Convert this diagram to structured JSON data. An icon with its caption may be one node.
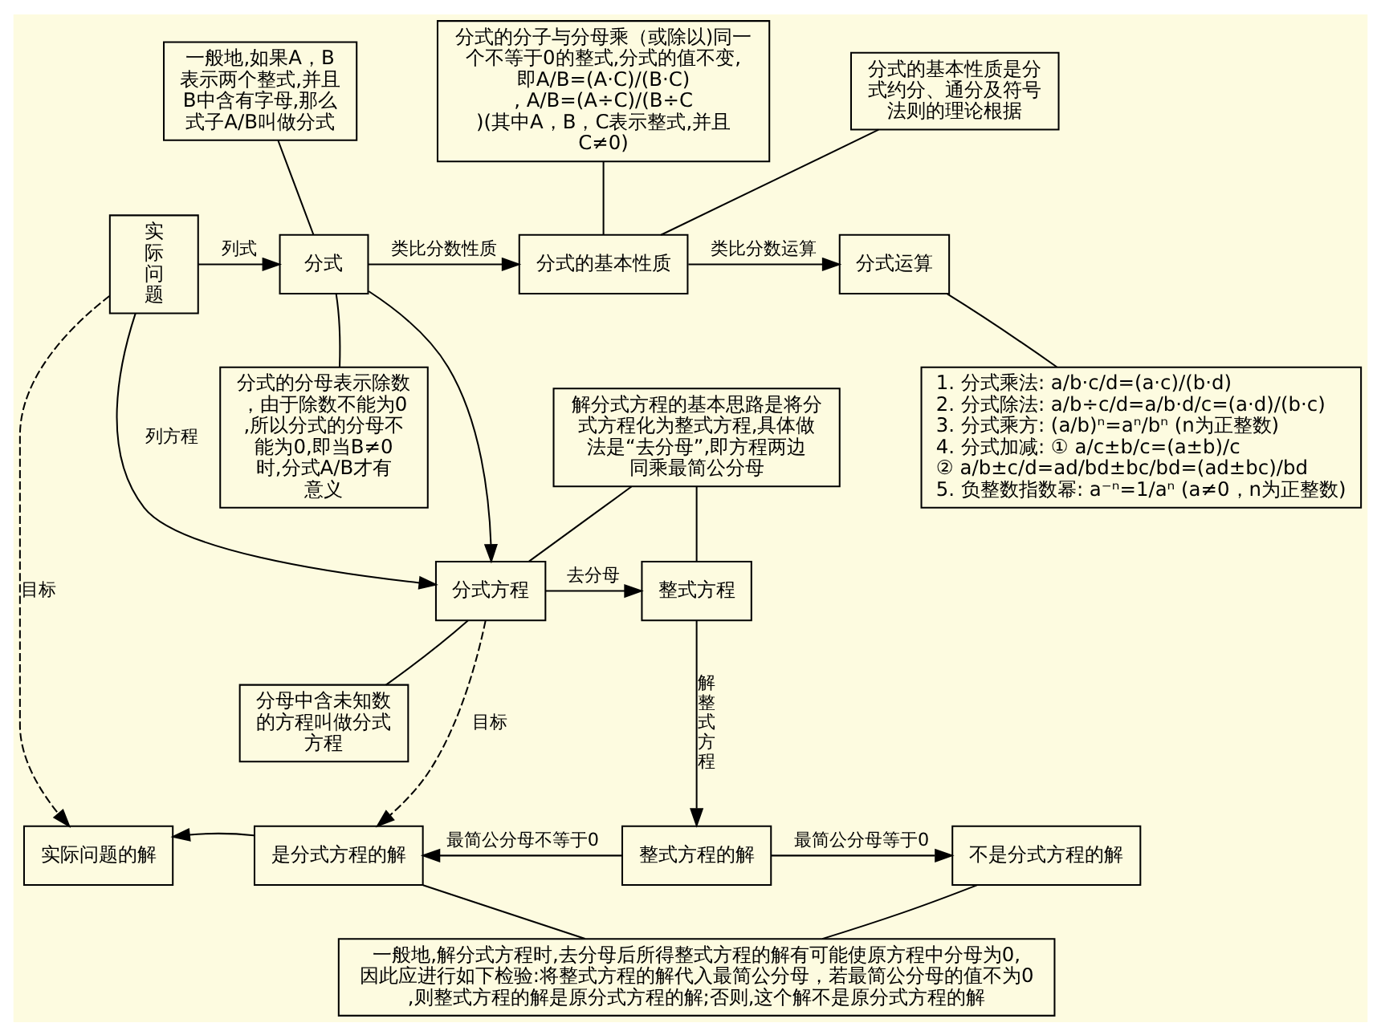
{
  "diagram": {
    "nodes": [
      {
        "text": [
          "实际问题"
        ]
      },
      {
        "text": [
          "分式"
        ]
      },
      {
        "text": [
          "分式的基本性质"
        ]
      },
      {
        "text": [
          "分式运算"
        ]
      },
      {
        "text": [
          "分式方程"
        ]
      },
      {
        "text": [
          "整式方程"
        ]
      },
      {
        "text": [
          "整式方程的解"
        ]
      },
      {
        "text": [
          "是分式方程的解"
        ]
      },
      {
        "text": [
          "不是分式方程的解"
        ]
      },
      {
        "text": [
          "实际问题的解"
        ]
      },
      {
        "text": [
          "一般地,如果A，B表示两个整式,并且B中含有字母,那么式子A/B叫做分式"
        ]
      },
      {
        "text": [
          "分式的分子与分母乘（或除以)同一个不等于0的整式,分式的值不变,即A/B=(A·C)/(B·C), A/B=(A÷C)/(B÷C)(其中A，B，C表示整式,并且C≠0)"
        ]
      },
      {
        "text": [
          "分式的基本性质是分式约分、通分及符号法则的理论根据"
        ]
      },
      {
        "text": [
          "分式的分母表示除数，由于除数不能为0,所以分式的分母不能为0,即当B≠0时,分式A/B才有意义"
        ]
      },
      {
        "text": [
          "1. 分式乘法: a/b·c/d=(a·c)/(b·d)",
          "2. 分式除法: a/b÷c/d=a/b·d/c=(a·d)/(b·c)",
          "3. 分式乘方: (a/b)ⁿ=aⁿ/bⁿ (n为正整数)",
          "4. 分式加减: ① a/c±b/c=(a±b)/c",
          "② a/b±c/d=ad/bd±bc/bd=(ad±bc)/bd",
          "5. 负整数指数幂: a⁻ⁿ=1/aⁿ (a≠0，n为正整数)"
        ]
      },
      {
        "text": [
          "解分式方程的基本思路是将分式方程化为整式方程,具体做法是“去分母”,即方程两边同乘最简公分母"
        ]
      },
      {
        "text": [
          "分母中含未知数的方程叫做分式方程"
        ]
      },
      {
        "text": [
          "一般地,解分式方程时,去分母后所得整式方程的解有可能使原方程中分母为0,因此应进行如下检验:将整式方程的解代入最简公分母，若最简公分母的值不为0,则整式方程的解是原分式方程的解;否则,这个解不是原分式方程的解"
        ]
      }
    ],
    "edges": [
      {
        "from": 0,
        "to": 1,
        "arrow": "to",
        "label": "列式"
      },
      {
        "from": 1,
        "to": 2,
        "arrow": "to",
        "label": "类比分数性质"
      },
      {
        "from": 2,
        "to": 3,
        "arrow": "to",
        "label": "类比分数运算"
      },
      {
        "from": 1,
        "to": 4,
        "arrow": "to"
      },
      {
        "from": 0,
        "to": 4,
        "arrow": "to",
        "label": "列方程"
      },
      {
        "from": 4,
        "to": 5,
        "arrow": "to",
        "label": "去分母"
      },
      {
        "from": 5,
        "to": 6,
        "arrow": "to",
        "label": "解整式方程"
      },
      {
        "from": 6,
        "to": 7,
        "arrow": "to",
        "label": "最简公分母不等于0"
      },
      {
        "from": 6,
        "to": 8,
        "arrow": "to",
        "label": "最简公分母等于0"
      },
      {
        "from": 7,
        "to": 9,
        "arrow": "to"
      },
      {
        "from": 0,
        "to": 9,
        "arrow": "to",
        "label": "目标",
        "style": "dashed"
      },
      {
        "from": 4,
        "to": 7,
        "arrow": "to",
        "label": "目标",
        "style": "dashed"
      },
      {
        "from": 10,
        "to": 1,
        "arrow": "none"
      },
      {
        "from": 11,
        "to": 2,
        "arrow": "none"
      },
      {
        "from": 12,
        "to": 2,
        "arrow": "none"
      },
      {
        "from": 13,
        "to": 1,
        "arrow": "none"
      },
      {
        "from": 14,
        "to": 3,
        "arrow": "none"
      },
      {
        "from": 15,
        "to": 4,
        "arrow": "none"
      },
      {
        "from": 15,
        "to": 5,
        "arrow": "none"
      },
      {
        "from": 16,
        "to": 4,
        "arrow": "none"
      },
      {
        "from": 17,
        "to": 7,
        "arrow": "none"
      },
      {
        "from": 17,
        "to": 8,
        "arrow": "none"
      }
    ]
  }
}
